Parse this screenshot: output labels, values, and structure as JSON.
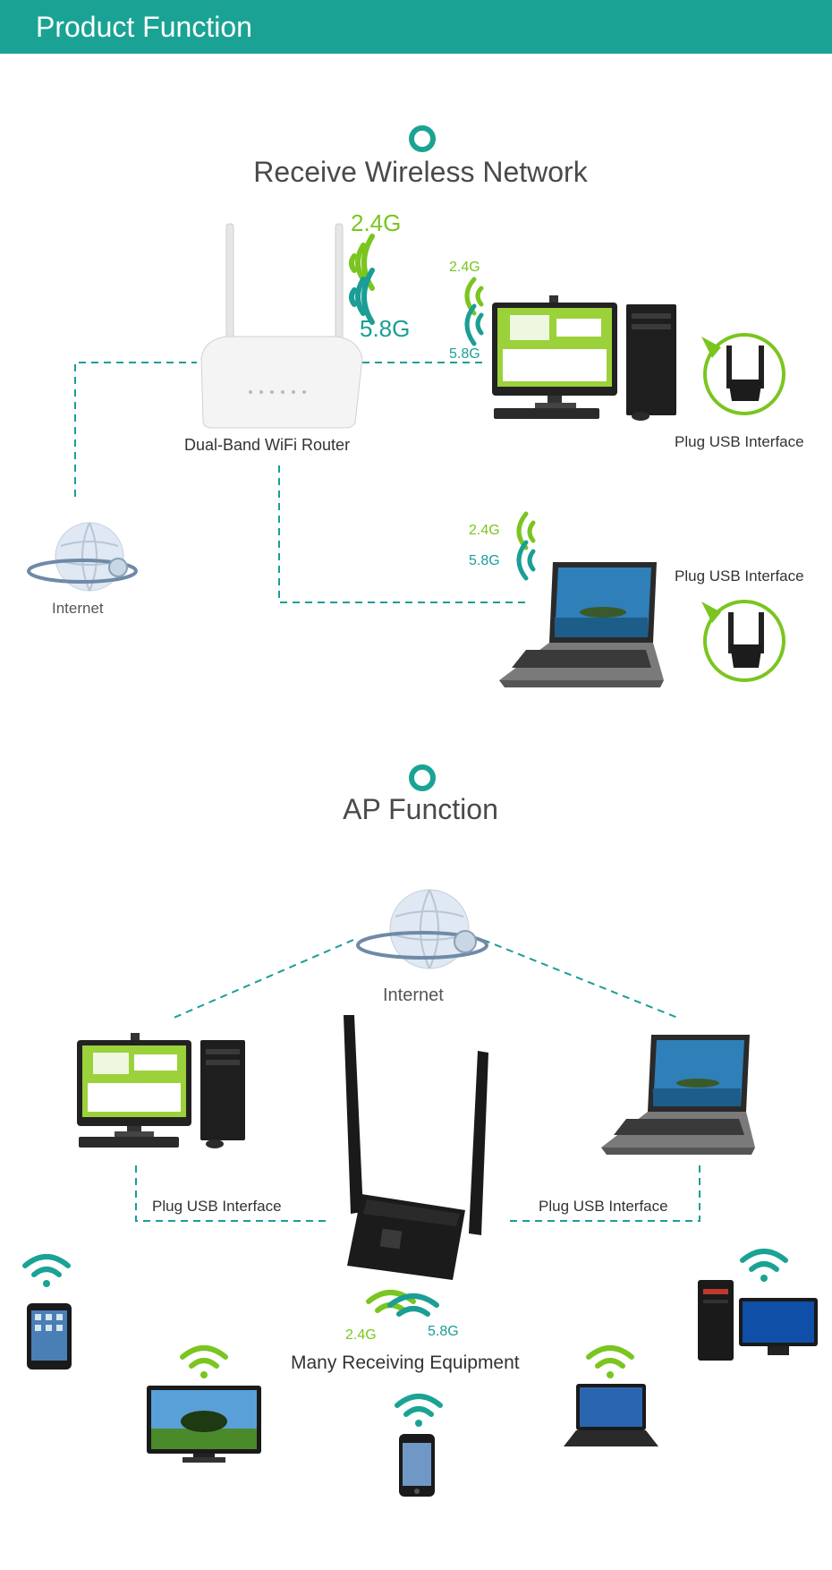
{
  "header": {
    "title": "Product Function"
  },
  "section1": {
    "title": "Receive Wireless Network",
    "router_label": "Dual-Band WiFi Router",
    "router_band_24": "2.4G",
    "router_band_58": "5.8G",
    "desktop_band_24": "2.4G",
    "desktop_band_58": "5.8G",
    "laptop_band_24": "2.4G",
    "laptop_band_58": "5.8G",
    "plug_label_desktop": "Plug USB Interface",
    "plug_label_laptop": "Plug USB Interface",
    "internet_label": "Internet"
  },
  "section2": {
    "title": "AP Function",
    "internet_label": "Internet",
    "plug_label_left": "Plug USB Interface",
    "plug_label_right": "Plug USB Interface",
    "band_24": "2.4G",
    "band_58": "5.8G",
    "receiving_label": "Many Receiving Equipment"
  },
  "colors": {
    "brand_teal": "#1aa394",
    "wifi_green": "#7ac51f",
    "line_teal": "#1a9e96"
  }
}
